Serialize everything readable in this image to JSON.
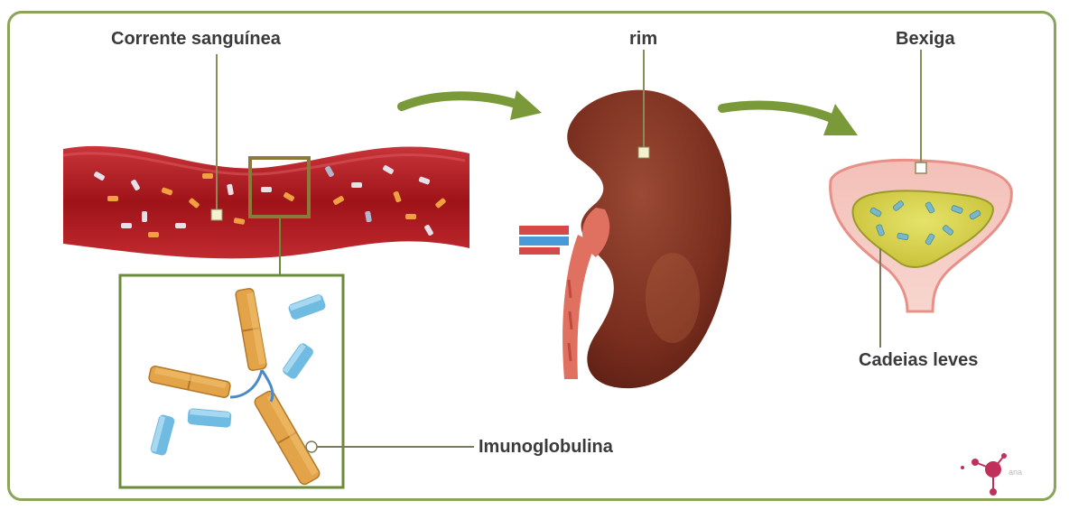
{
  "labels": {
    "bloodstream": "Corrente sanguínea",
    "kidney": "rim",
    "bladder": "Bexiga",
    "light_chains": "Cadeias leves",
    "immunoglobulin": "Imunoglobulina"
  },
  "colors": {
    "frame": "#8ba45a",
    "arrow": "#7a9a3a",
    "vessel": "#a3161c",
    "kidney": "#8a3a2a",
    "bladder_wall": "#f0a8a0",
    "urine": "#e8e04a",
    "antibody": "#e0a040",
    "light_chain": "#6ab8e0"
  },
  "logo": {
    "text": "ana"
  }
}
